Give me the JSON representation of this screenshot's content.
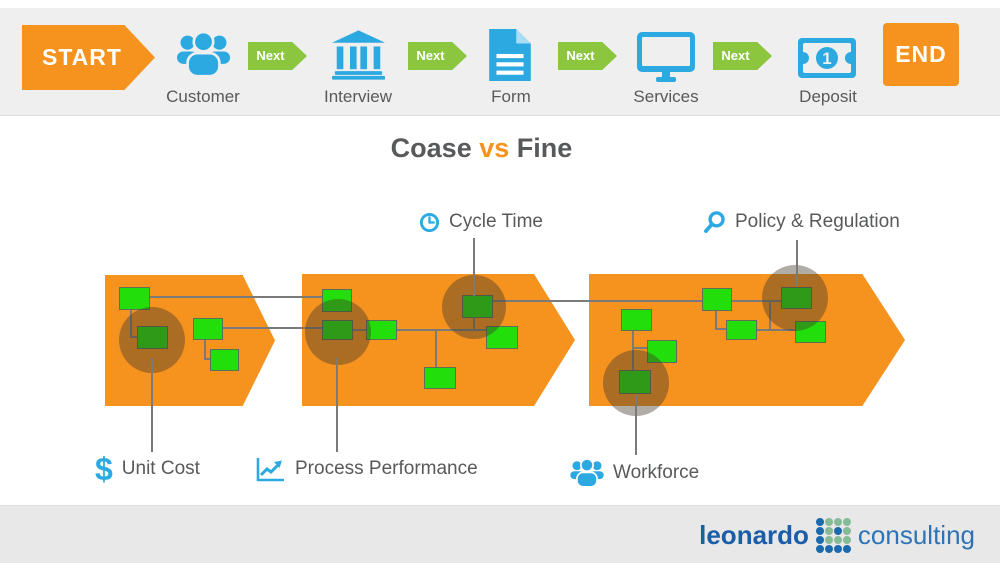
{
  "colors": {
    "orange": "#F6921E",
    "lime_green": "#8CC63E",
    "icon_blue": "#2BA9E0",
    "task_green": "#22DF0C",
    "text_gray": "#58595B",
    "connector_gray": "#7A7A7A",
    "logo_blue": "#1A5DA8",
    "logo_dot_green": "#85BB96"
  },
  "top_bar": {
    "start_label": "START",
    "end_label": "END",
    "next_label": "Next",
    "deposit_digit": "1",
    "steps": [
      {
        "label": "Customer",
        "icon": "users-icon"
      },
      {
        "label": "Interview",
        "icon": "bank-icon"
      },
      {
        "label": "Form",
        "icon": "document-icon"
      },
      {
        "label": "Services",
        "icon": "monitor-icon"
      },
      {
        "label": "Deposit",
        "icon": "money-icon"
      }
    ]
  },
  "title": {
    "word1": "Coase",
    "word2": "vs",
    "word3": "Fine"
  },
  "callouts": {
    "cycle_time": "Cycle Time",
    "policy_regulation": "Policy & Regulation",
    "unit_cost": "Unit Cost",
    "process_performance": "Process Performance",
    "workforce": "Workforce"
  },
  "footer": {
    "brand_bold": "leonardo",
    "brand_light": "consulting",
    "dot_grid": [
      [
        "b",
        "g",
        "g",
        "g"
      ],
      [
        "b",
        "g",
        "b",
        "g"
      ],
      [
        "b",
        "g",
        "g",
        "g"
      ],
      [
        "b",
        "b",
        "b",
        "b"
      ]
    ]
  }
}
